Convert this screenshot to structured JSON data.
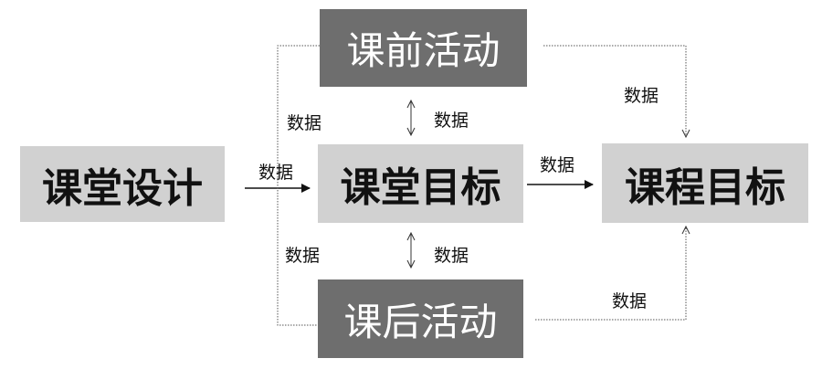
{
  "nodes": {
    "classroom_design": "课堂设计",
    "classroom_goal": "课堂目标",
    "course_goal": "课程目标",
    "pre_class": "课前活动",
    "post_class": "课后活动"
  },
  "edge_labels": {
    "design_to_goal": "数据",
    "left_upper": "数据",
    "left_lower": "数据",
    "pre_to_goal": "数据",
    "goal_to_post": "数据",
    "goal_to_course": "数据",
    "pre_to_course": "数据",
    "post_to_course": "数据"
  },
  "colors": {
    "light_box": "#d1d1d1",
    "dark_box": "#6e6e6e",
    "line": "#222222",
    "dotted_line": "#555555"
  }
}
